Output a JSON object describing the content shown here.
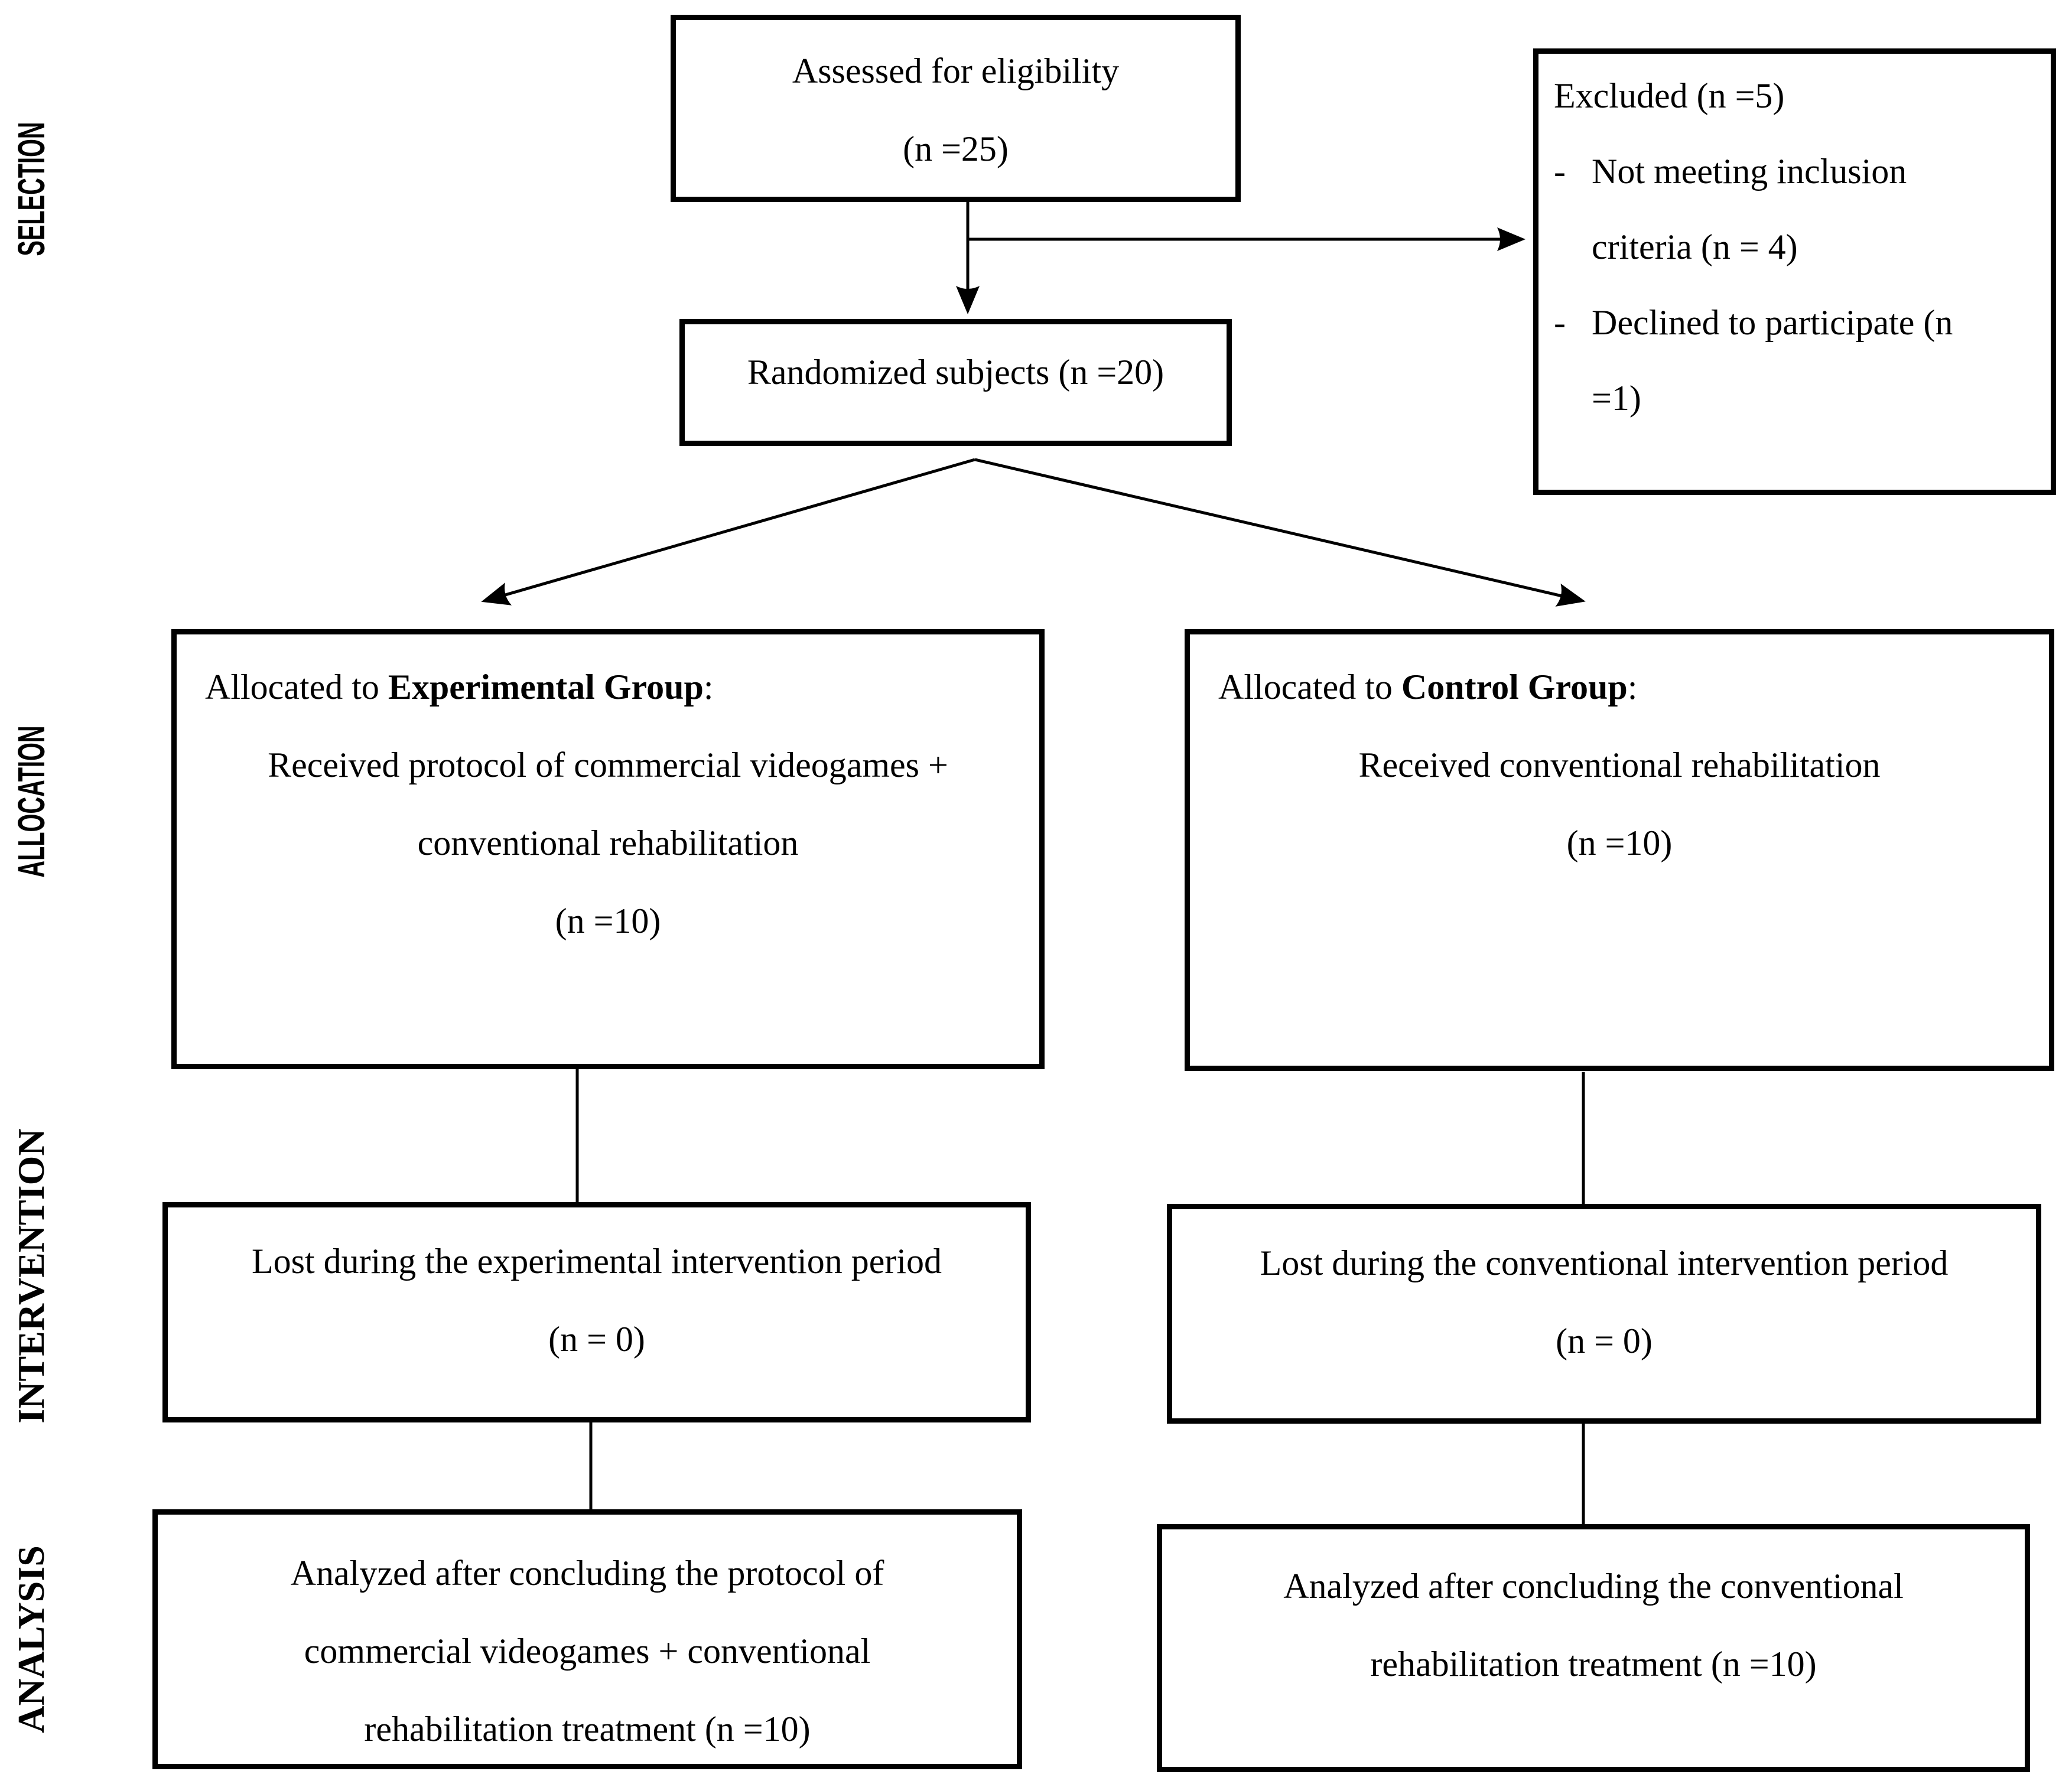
{
  "figure": {
    "type": "consort-flow-diagram",
    "colors": {
      "background": "#ffffff",
      "line": "#000000",
      "text": "#000000"
    },
    "stages": {
      "selection": "SELECTION",
      "allocation": "ALLOCATION",
      "intervention": "INTERVENTION",
      "analysis": "ANALYSIS"
    },
    "boxes": {
      "assessed": {
        "lines": [
          "Assessed for eligibility",
          "(n =25)"
        ]
      },
      "excluded": {
        "title": "Excluded (n =5)",
        "items": [
          {
            "bullet": "-",
            "lines": [
              "Not meeting inclusion",
              "criteria (n = 4)"
            ]
          },
          {
            "bullet": "-",
            "lines": [
              "Declined to participate (n",
              "=1)"
            ]
          }
        ]
      },
      "randomized": {
        "lines": [
          "Randomized subjects (n =20)"
        ]
      },
      "allocation_experimental": {
        "intro_prefix": "Allocated to ",
        "intro_bold": "Experimental Group",
        "intro_suffix": ":",
        "lines": [
          "Received protocol of commercial videogames +",
          "conventional rehabilitation",
          "(n =10)"
        ]
      },
      "allocation_control": {
        "intro_prefix": "Allocated to ",
        "intro_bold": "Control Group",
        "intro_suffix": ":",
        "lines": [
          "Received conventional rehabilitation",
          "(n =10)"
        ]
      },
      "lost_experimental": {
        "lines": [
          "Lost during the experimental intervention period",
          "(n = 0)"
        ]
      },
      "lost_control": {
        "lines": [
          "Lost during the conventional intervention period",
          "(n = 0)"
        ]
      },
      "analyzed_experimental": {
        "lines": [
          "Analyzed after concluding the protocol of",
          "commercial videogames + conventional",
          "rehabilitation treatment (n =10)"
        ]
      },
      "analyzed_control": {
        "lines": [
          "Analyzed after concluding the conventional",
          "rehabilitation treatment (n =10)"
        ]
      }
    }
  }
}
